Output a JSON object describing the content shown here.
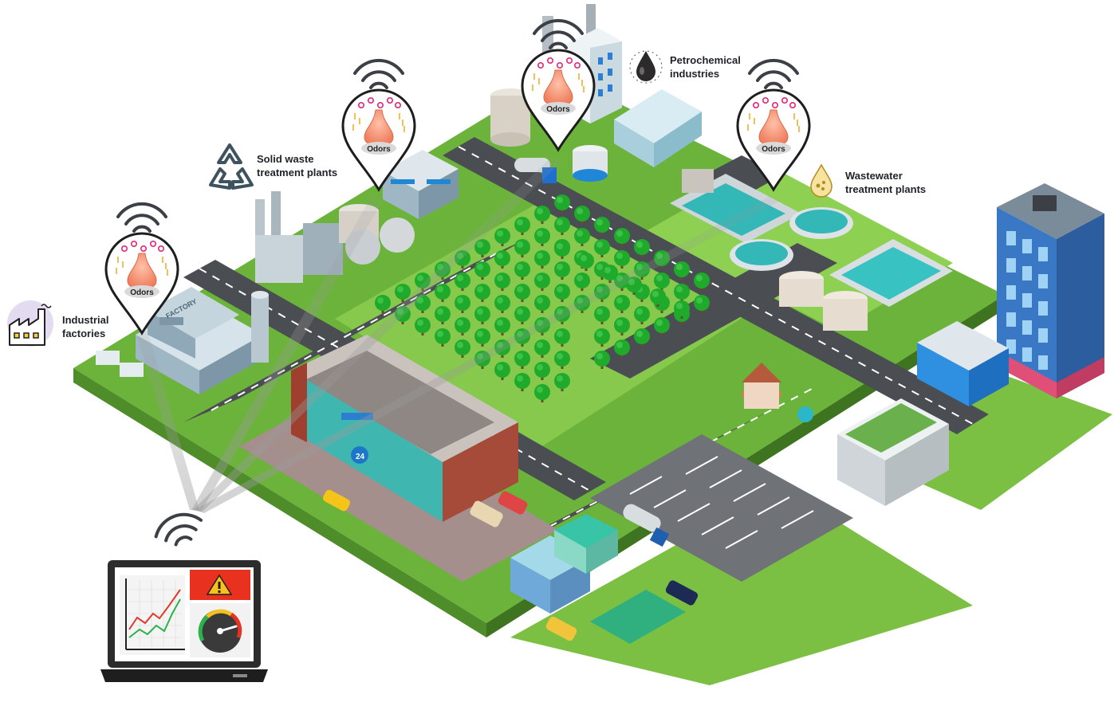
{
  "marker_label": "Odors",
  "sources": {
    "industrial": {
      "line1": "Industrial",
      "line2": "factories"
    },
    "solid_waste": {
      "line1": "Solid waste",
      "line2": "treatment plants"
    },
    "petrochemical": {
      "line1": "Petrochemical",
      "line2": "industries"
    },
    "wastewater": {
      "line1": "Wastewater",
      "line2": "treatment plants"
    }
  },
  "buildings": {
    "factory_sign": "FACTORY",
    "store_sign": "24"
  },
  "colors": {
    "grass": "#7bc043",
    "grass_dark": "#5e9e2f",
    "road": "#4a4d52",
    "sidewalk": "#a58f8c",
    "tree": "#1faa2b",
    "signal": "#3c3f46",
    "alert": "#e8311e",
    "nose": "#f39a7d"
  },
  "icons": [
    "factory-icon",
    "recycle-icon",
    "oil-drop-icon",
    "water-drop-icon",
    "warning-icon",
    "gauge-icon",
    "line-chart-icon",
    "wifi-icon",
    "nose-icon",
    "laptop-icon"
  ]
}
